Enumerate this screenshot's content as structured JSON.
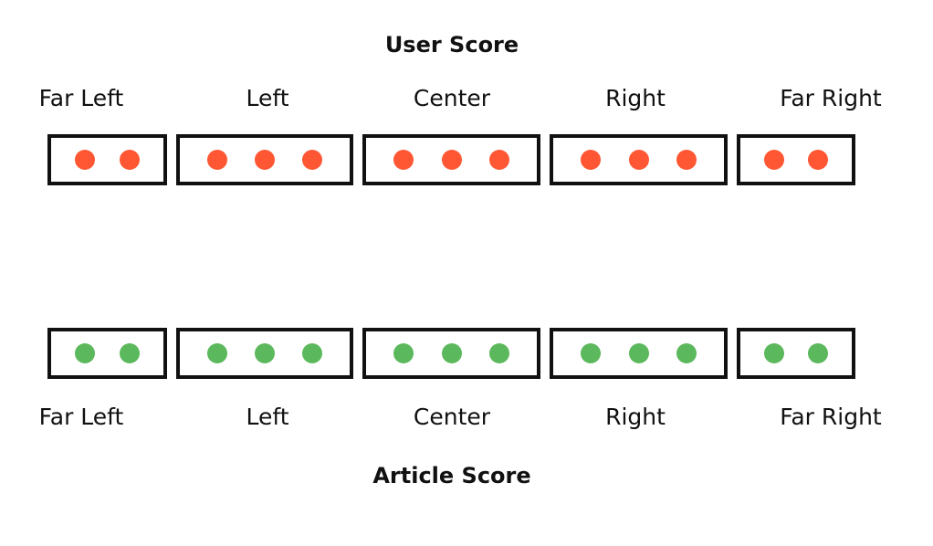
{
  "user_score": {
    "title": "User Score",
    "dot_color": "#FF5733",
    "categories": [
      {
        "label": "Far Left",
        "dots": 2
      },
      {
        "label": "Left",
        "dots": 3
      },
      {
        "label": "Center",
        "dots": 3
      },
      {
        "label": "Right",
        "dots": 3
      },
      {
        "label": "Far Right",
        "dots": 2
      }
    ]
  },
  "article_score": {
    "title": "Article Score",
    "dot_color": "#5CB85C",
    "categories": [
      {
        "label": "Far Left",
        "dots": 2
      },
      {
        "label": "Left",
        "dots": 3
      },
      {
        "label": "Center",
        "dots": 3
      },
      {
        "label": "Right",
        "dots": 3
      },
      {
        "label": "Far Right",
        "dots": 2
      }
    ]
  }
}
